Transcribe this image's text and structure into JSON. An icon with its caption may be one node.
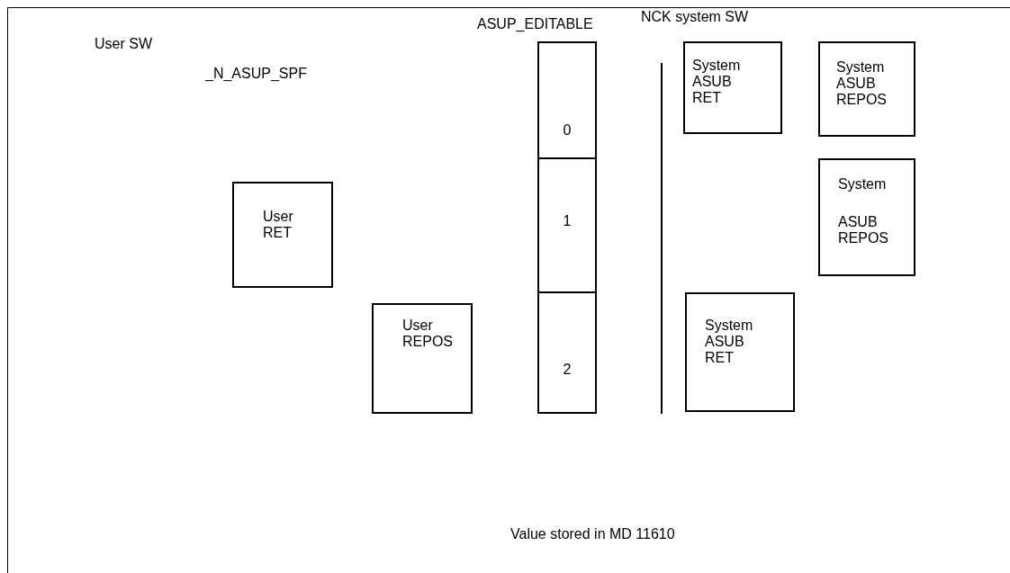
{
  "diagram": {
    "nodes": [
      {
        "text": [
          "User RET"
        ]
      },
      {
        "text": [
          "User REPOS"
        ]
      },
      {
        "text": [
          "0"
        ]
      },
      {
        "text": [
          "1"
        ]
      },
      {
        "text": [
          "2"
        ]
      },
      {
        "text": [
          "System ASUB RET"
        ]
      },
      {
        "text": [
          "System ASUB REPOS"
        ]
      },
      {
        "text": [
          "System",
          "ASUB REPOS"
        ]
      },
      {
        "text": [
          "System ASUB RET"
        ]
      }
    ],
    "edges": [],
    "labels": [
      "User SW",
      "_N_ASUP_SPF",
      "ASUP_EDITABLE",
      "NCK system SW",
      "Value stored in MD 11610"
    ]
  }
}
